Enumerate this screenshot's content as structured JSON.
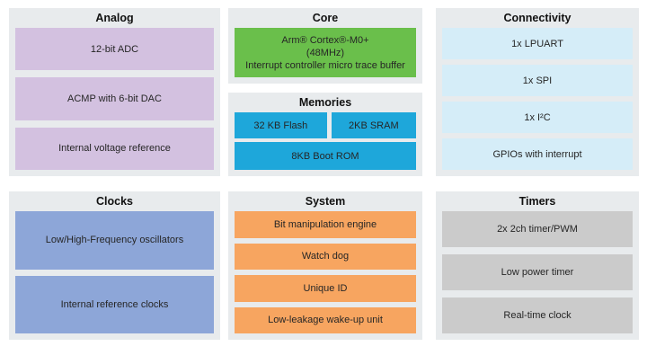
{
  "colors": {
    "page_bg": "#ffffff",
    "panel_bg": "#e8ebed",
    "analog": "#d3c1e0",
    "core": "#6abf4b",
    "memories": "#1ea7da",
    "connectivity": "#d5edf8",
    "clocks": "#8da6d8",
    "system": "#f7a560",
    "timers": "#cbcbcb"
  },
  "panels": {
    "analog": {
      "title": "Analog",
      "blocks": [
        "12-bit ADC",
        "ACMP with 6-bit DAC",
        "Internal voltage reference"
      ]
    },
    "core": {
      "title": "Core",
      "block_lines": [
        "Arm® Cortex®-M0+",
        "(48MHz)",
        "Interrupt controller micro trace buffer"
      ]
    },
    "memories": {
      "title": "Memories",
      "row_blocks": [
        "32 KB Flash",
        "2KB SRAM"
      ],
      "wide_block": "8KB Boot ROM"
    },
    "connectivity": {
      "title": "Connectivity",
      "blocks": [
        "1x LPUART",
        "1x SPI",
        "1x I²C",
        "GPIOs with interrupt"
      ]
    },
    "clocks": {
      "title": "Clocks",
      "blocks": [
        "Low/High-Frequency oscillators",
        "Internal reference clocks"
      ]
    },
    "system": {
      "title": "System",
      "blocks": [
        "Bit manipulation engine",
        "Watch dog",
        "Unique ID",
        "Low-leakage wake-up unit"
      ]
    },
    "timers": {
      "title": "Timers",
      "blocks": [
        "2x 2ch timer/PWM",
        "Low power timer",
        "Real-time clock"
      ]
    }
  }
}
